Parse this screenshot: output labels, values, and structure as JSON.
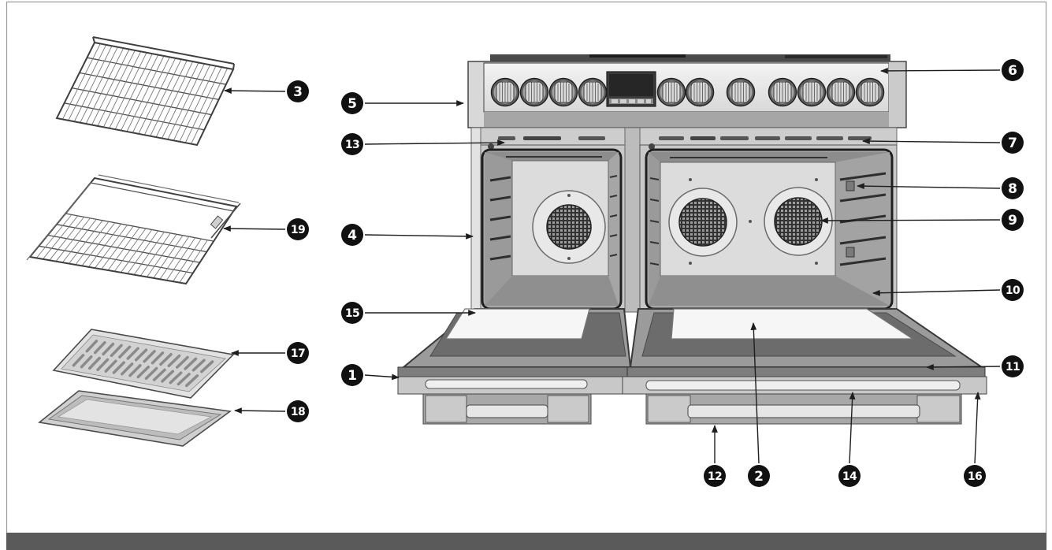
{
  "diagram": {
    "callouts": [
      "3",
      "5",
      "6",
      "13",
      "7",
      "8",
      "19",
      "4",
      "9",
      "15",
      "10",
      "17",
      "1",
      "11",
      "18",
      "12",
      "2",
      "14",
      "16"
    ]
  }
}
